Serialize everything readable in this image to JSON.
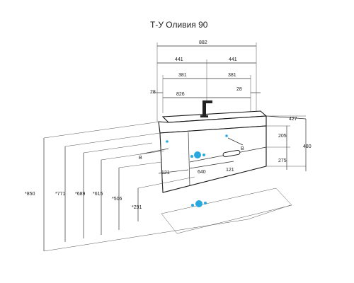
{
  "title": "Т-У Оливия 90",
  "dimensions": {
    "total_width": "882",
    "half_left": "441",
    "half_right": "441",
    "mount_left": "381",
    "mount_right": "381",
    "inner_width": "826",
    "edge_left": "28",
    "edge_right": "28",
    "drawer_width": "640",
    "depth": "427",
    "top_height": "205",
    "drawer_height": "275",
    "total_height": "480",
    "offset_left": "121",
    "offset_right": "121",
    "h850": "*850",
    "h771": "*771",
    "h689": "*689",
    "h615": "*615",
    "h506": "*506",
    "h291": "*291",
    "label_b_left": "B",
    "label_b_right": "B"
  },
  "colors": {
    "marker": "#29a8e0",
    "line": "#333333"
  },
  "icons": [
    "connection-marker-icon",
    "faucet-icon",
    "drawer-handle-icon"
  ]
}
